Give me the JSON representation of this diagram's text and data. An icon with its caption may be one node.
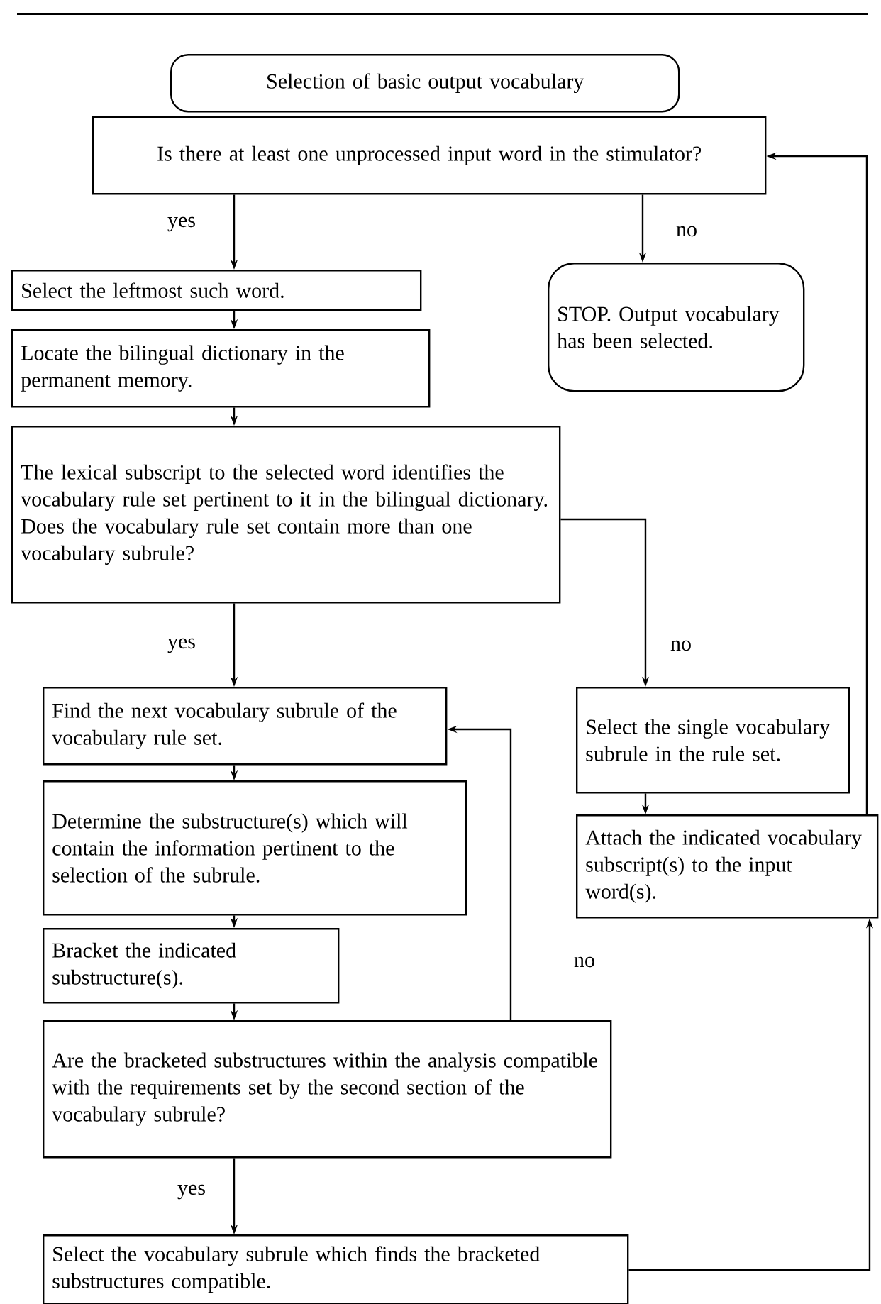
{
  "diagram": {
    "nodes": [
      {
        "text": [
          "Selection of basic output vocabulary"
        ]
      },
      {
        "text": [
          "Is there at least one unprocessed input word in the stimulator?"
        ]
      },
      {
        "text": [
          "Select the leftmost such word."
        ]
      },
      {
        "text": [
          "Locate the bilingual dictionary in the permanent memory."
        ]
      },
      {
        "text": [
          "The lexical subscript to the selected word identifies the vocabulary rule set pertinent to it in the bilingual dictionary.",
          "Does the vocabulary rule set contain more than one vocabulary subrule?"
        ]
      },
      {
        "text": [
          "STOP.  Output vocabulary has been selected."
        ]
      },
      {
        "text": [
          "Find the next vocabulary subrule of the vocabulary rule set."
        ]
      },
      {
        "text": [
          "Determine the substructure(s) which will contain the information pertinent to the selection of the subrule."
        ]
      },
      {
        "text": [
          "Bracket the indicated substructure(s)."
        ]
      },
      {
        "text": [
          "Are the bracketed substructures within the analysis compatible with the requirements set by the second section of the vocabulary subrule?"
        ]
      },
      {
        "text": [
          "Select the vocabulary subrule which finds the bracketed substructures compatible."
        ]
      },
      {
        "text": [
          "Select the single vocabulary subrule in the rule set."
        ]
      },
      {
        "text": [
          "Attach the indicated vocabulary subscript(s) to the input word(s)."
        ]
      }
    ],
    "edges": [
      {
        "from": 1,
        "to": 2,
        "arrow": "to",
        "label": "yes"
      },
      {
        "from": 1,
        "to": 5,
        "arrow": "to",
        "label": "no"
      },
      {
        "from": 2,
        "to": 3,
        "arrow": "to"
      },
      {
        "from": 3,
        "to": 4,
        "arrow": "to"
      },
      {
        "from": 4,
        "to": 6,
        "arrow": "to",
        "label": "yes"
      },
      {
        "from": 4,
        "to": 11,
        "arrow": "to",
        "label": "no"
      },
      {
        "from": 6,
        "to": 7,
        "arrow": "to"
      },
      {
        "from": 7,
        "to": 8,
        "arrow": "to"
      },
      {
        "from": 8,
        "to": 9,
        "arrow": "to"
      },
      {
        "from": 9,
        "to": 6,
        "arrow": "to",
        "label": "no"
      },
      {
        "from": 9,
        "to": 10,
        "arrow": "to",
        "label": "yes"
      },
      {
        "from": 11,
        "to": 12,
        "arrow": "to"
      },
      {
        "from": 10,
        "to": 12,
        "arrow": "to"
      },
      {
        "from": 12,
        "to": 1,
        "arrow": "to"
      }
    ]
  }
}
